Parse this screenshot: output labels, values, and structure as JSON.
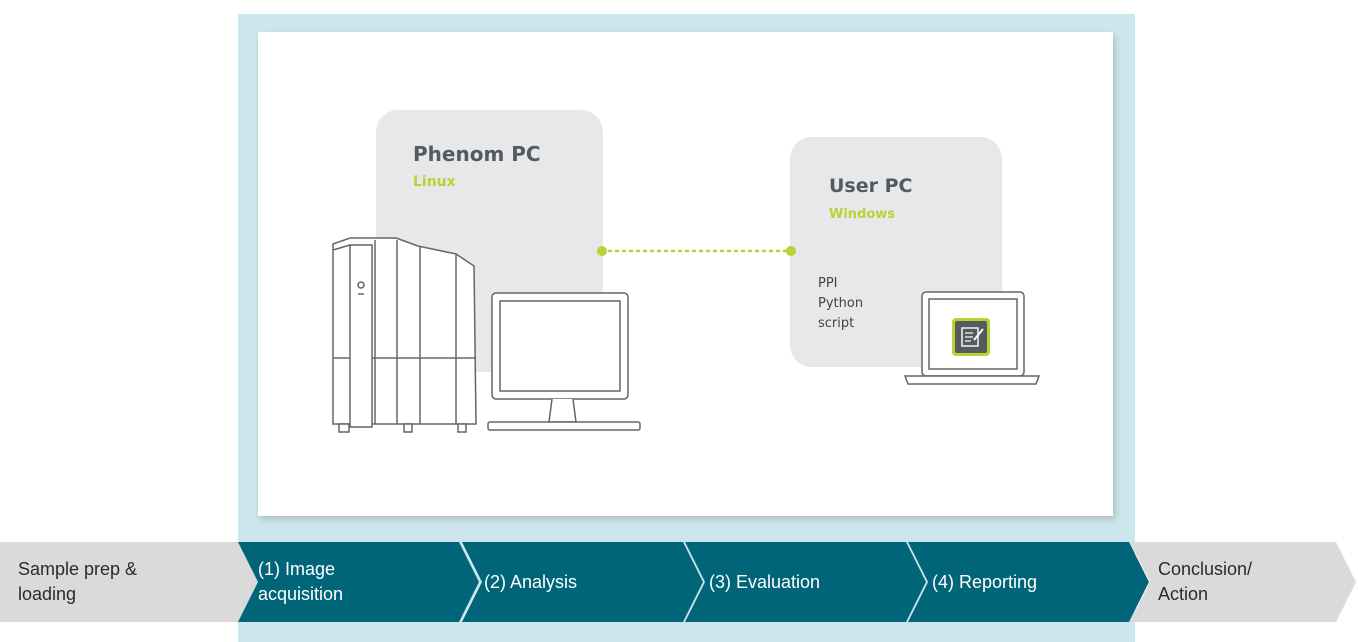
{
  "diagram": {
    "phenom": {
      "title": "Phenom PC",
      "os": "Linux"
    },
    "user": {
      "title": "User PC",
      "os": "Windows",
      "line1": "PPI",
      "line2": "Python",
      "line3": "script"
    }
  },
  "process": {
    "steps": [
      {
        "line1": "Sample prep &",
        "line2": "loading"
      },
      {
        "line1": "(1) Image",
        "line2": "acquisition"
      },
      {
        "line1": "(2) Analysis"
      },
      {
        "line1": "(3) Evaluation"
      },
      {
        "line1": "(4) Reporting"
      },
      {
        "line1": "Conclusion/",
        "line2": "Action"
      }
    ]
  },
  "colors": {
    "teal": "#006579",
    "green": "#b7d334",
    "frame": "#cde5ec",
    "grey_step": "#dadada"
  }
}
